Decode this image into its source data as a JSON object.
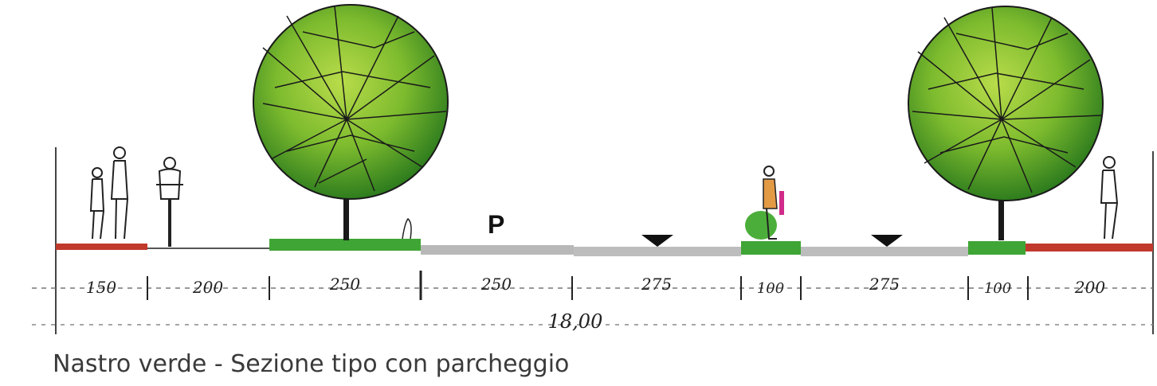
{
  "caption": "Nastro verde - Sezione tipo con parcheggio",
  "parking_sign": "P",
  "total_width_label": "18,00",
  "segments": [
    {
      "label": "150",
      "surface": "sidewalk"
    },
    {
      "label": "200",
      "surface": "cycle-lane"
    },
    {
      "label": "250",
      "surface": "green-strip"
    },
    {
      "label": "250",
      "surface": "parking"
    },
    {
      "label": "275",
      "surface": "carriageway"
    },
    {
      "label": "100",
      "surface": "green-median"
    },
    {
      "label": "275",
      "surface": "carriageway"
    },
    {
      "label": "100",
      "surface": "green-strip"
    },
    {
      "label": "200",
      "surface": "sidewalk"
    }
  ],
  "colors": {
    "sidewalk": "#c0392b",
    "green": "#3fa535",
    "asphalt": "#b8b8b8",
    "tree_light": "#8cc63f",
    "tree_dark": "#2e7d1f"
  }
}
